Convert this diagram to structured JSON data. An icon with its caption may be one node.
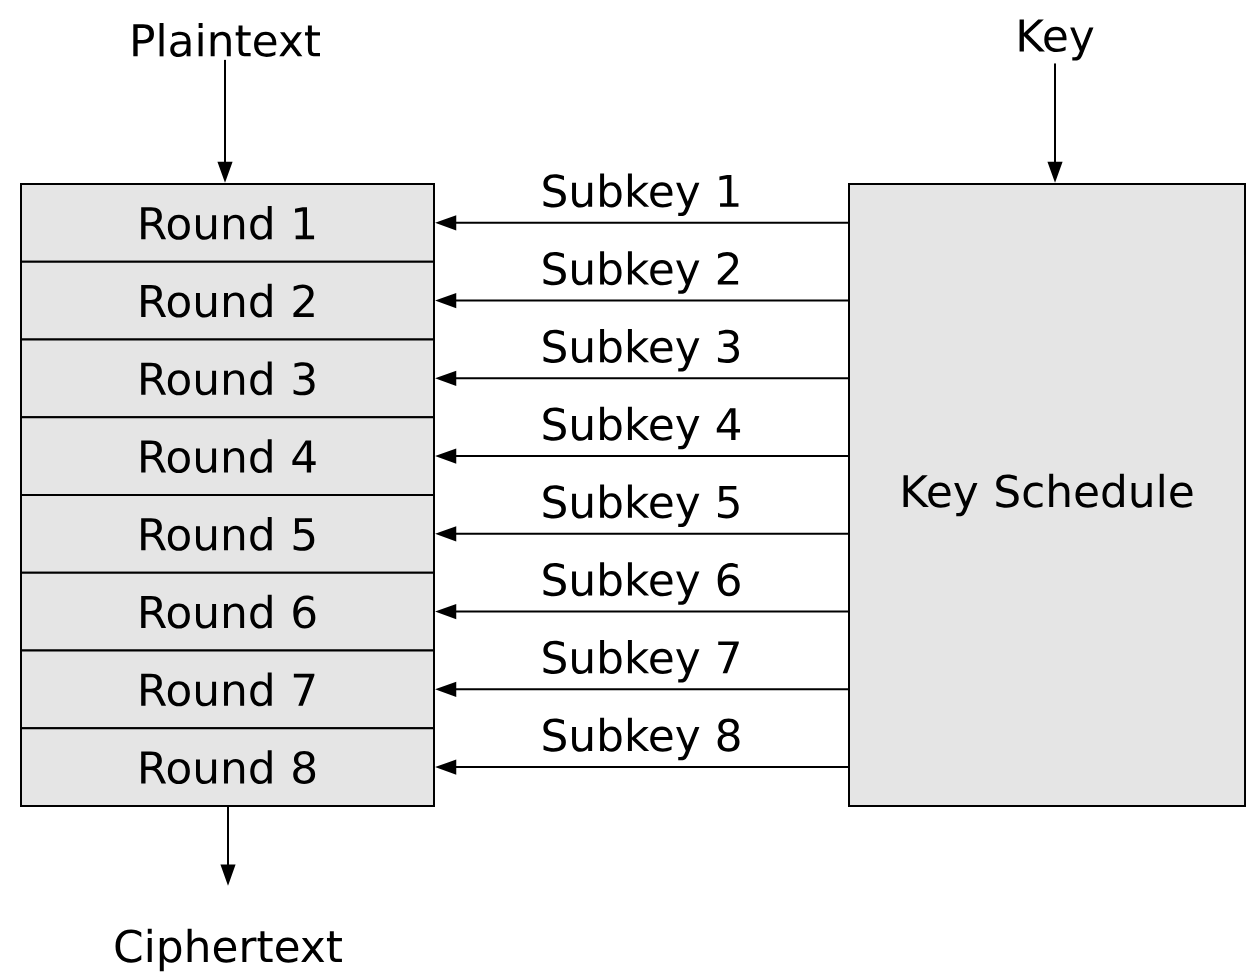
{
  "diagram": {
    "nodes": [
      {
        "text": [
          "Plaintext"
        ]
      },
      {
        "text": [
          "Key"
        ]
      },
      {
        "text": [
          "Round 1"
        ]
      },
      {
        "text": [
          "Round 2"
        ]
      },
      {
        "text": [
          "Round 3"
        ]
      },
      {
        "text": [
          "Round 4"
        ]
      },
      {
        "text": [
          "Round 5"
        ]
      },
      {
        "text": [
          "Round 6"
        ]
      },
      {
        "text": [
          "Round 7"
        ]
      },
      {
        "text": [
          "Round 8"
        ]
      },
      {
        "text": [
          "Key Schedule"
        ]
      },
      {
        "text": [
          "Ciphertext"
        ]
      }
    ],
    "edges": [
      {
        "from": 0,
        "to": 2,
        "arrow": "to"
      },
      {
        "from": 1,
        "to": 10,
        "arrow": "to"
      },
      {
        "from": 10,
        "to": 2,
        "arrow": "to",
        "label": "Subkey 1"
      },
      {
        "from": 10,
        "to": 3,
        "arrow": "to",
        "label": "Subkey 2"
      },
      {
        "from": 10,
        "to": 4,
        "arrow": "to",
        "label": "Subkey 3"
      },
      {
        "from": 10,
        "to": 5,
        "arrow": "to",
        "label": "Subkey 4"
      },
      {
        "from": 10,
        "to": 6,
        "arrow": "to",
        "label": "Subkey 5"
      },
      {
        "from": 10,
        "to": 7,
        "arrow": "to",
        "label": "Subkey 6"
      },
      {
        "from": 10,
        "to": 8,
        "arrow": "to",
        "label": "Subkey 7"
      },
      {
        "from": 10,
        "to": 9,
        "arrow": "to",
        "label": "Subkey 8"
      },
      {
        "from": 9,
        "to": 11,
        "arrow": "to"
      }
    ]
  }
}
